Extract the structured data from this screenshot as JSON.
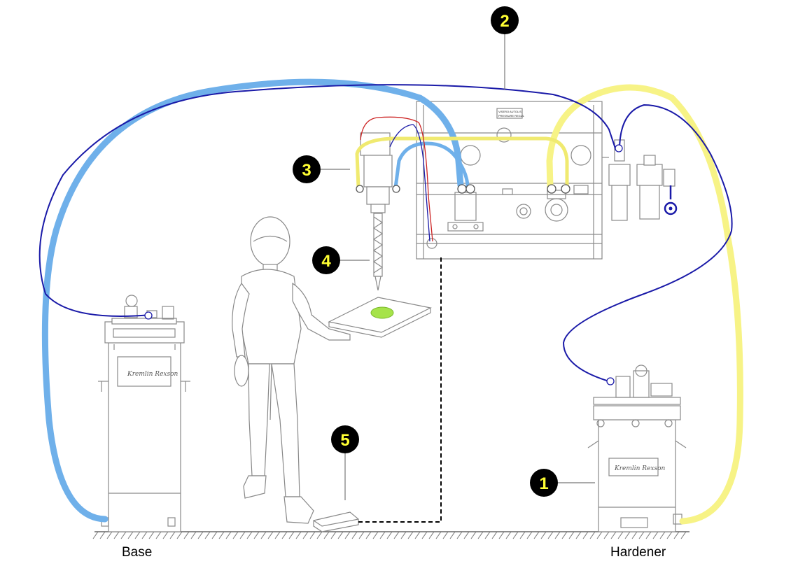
{
  "labels": {
    "base": "Base",
    "hardener": "Hardener"
  },
  "callouts": [
    {
      "id": "1",
      "text": "1"
    },
    {
      "id": "2",
      "text": "2"
    },
    {
      "id": "3",
      "text": "3"
    },
    {
      "id": "4",
      "text": "4"
    },
    {
      "id": "5",
      "text": "5"
    }
  ],
  "brand": {
    "tank_logo": "Kremlin Rexson"
  },
  "colors": {
    "base_hose": "#6fb0ea",
    "hardener_hose": "#f7f386",
    "air_line": "#1a1aa8",
    "signal_wire": "#cc2222",
    "product": "#a6e34a",
    "callout_bg": "#000000",
    "callout_text": "#ffff33",
    "line_art": "#888888"
  },
  "icons": {
    "callout": "numbered-callout-badge",
    "ground": "hatched-floor"
  }
}
